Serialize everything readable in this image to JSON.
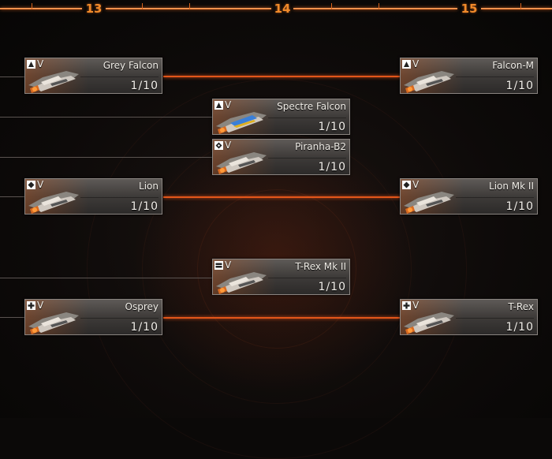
{
  "tiers": [
    {
      "label": "13"
    },
    {
      "label": "14"
    },
    {
      "label": "15"
    }
  ],
  "ships": [
    {
      "id": "grey-falcon",
      "name": "Grey Falcon",
      "progress": "1/10",
      "rank": "V",
      "class": "triangle-icon"
    },
    {
      "id": "spectre-falcon",
      "name": "Spectre Falcon",
      "progress": "1/10",
      "rank": "V",
      "class": "triangle-icon"
    },
    {
      "id": "piranha-b2",
      "name": "Piranha-B2",
      "progress": "1/10",
      "rank": "V",
      "class": "diamond-icon"
    },
    {
      "id": "lion",
      "name": "Lion",
      "progress": "1/10",
      "rank": "V",
      "class": "diamond-icon"
    },
    {
      "id": "t-rex-mk-ii",
      "name": "T-Rex Mk II",
      "progress": "1/10",
      "rank": "V",
      "class": "bars-icon"
    },
    {
      "id": "osprey",
      "name": "Osprey",
      "progress": "1/10",
      "rank": "V",
      "class": "plus-icon"
    },
    {
      "id": "falcon-m",
      "name": "Falcon-M",
      "progress": "1/10",
      "rank": "V",
      "class": "triangle-icon"
    },
    {
      "id": "lion-mk-ii",
      "name": "Lion Mk II",
      "progress": "1/10",
      "rank": "V",
      "class": "diamond-icon"
    },
    {
      "id": "t-rex",
      "name": "T-Rex",
      "progress": "1/10",
      "rank": "V",
      "class": "plus-icon"
    }
  ],
  "colors": {
    "accent": "#f08a2a",
    "connector": "#e2561a"
  }
}
